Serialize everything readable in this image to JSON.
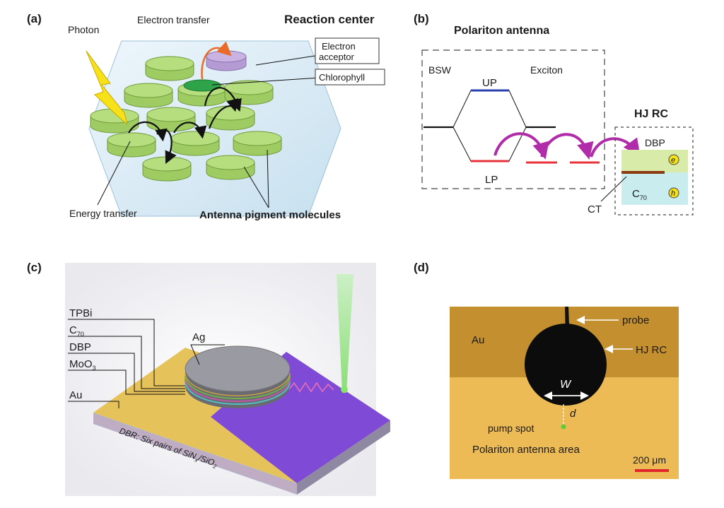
{
  "panel_a": {
    "tag": "(a)",
    "title": "Reaction center",
    "photon": "Photon",
    "electron_transfer": "Electron transfer",
    "electron_acceptor_line1": "Electron",
    "electron_acceptor_line2": "acceptor",
    "chlorophyll": "Chlorophyll",
    "energy_transfer": "Energy transfer",
    "antenna": "Antenna pigment molecules"
  },
  "panel_b": {
    "tag": "(b)",
    "title": "Polariton antenna",
    "bsw": "BSW",
    "exciton": "Exciton",
    "up": "UP",
    "lp": "LP",
    "hj_rc": "HJ RC",
    "dbp": "DBP",
    "c70_base": "C",
    "c70_sub": "70",
    "ct": "CT",
    "electron_symbol": "e",
    "hole_symbol": "h"
  },
  "panel_c": {
    "tag": "(c)",
    "layer_labels": [
      {
        "text": "TPBi",
        "sub": ""
      },
      {
        "text": "C",
        "sub": "70"
      },
      {
        "text": "DBP",
        "sub": ""
      },
      {
        "text": "MoO",
        "sub": "3"
      },
      {
        "text": "Au",
        "sub": ""
      }
    ],
    "ag": "Ag",
    "dbr_part1": "DBR: Six pairs of SiN",
    "dbr_sub1": "x",
    "dbr_part2": "/SiO",
    "dbr_sub2": "2"
  },
  "panel_d": {
    "tag": "(d)",
    "au": "Au",
    "probe": "probe",
    "hj_rc": "HJ RC",
    "w": "W",
    "d": "d",
    "pump_spot": "pump spot",
    "antenna_area": "Polariton antenna area",
    "scale": "200 μm"
  },
  "colors": {
    "disk_green": "#b6dd7e",
    "chlorophyll_green": "#2fa34a",
    "acceptor_purple": "#c9b3e3",
    "photon_yellow": "#f7e21a",
    "hex_blue": "#dcebf5",
    "up_blue": "#2a3fb0",
    "lp_red": "#e8323a",
    "arrow_magenta": "#b02ca8",
    "ct_brown": "#8b3a12",
    "dbp_green": "#d8eba8",
    "c70_cyan": "#c9ecef",
    "au_upper": "#c48f2e",
    "au_lower": "#ecbb56",
    "dbr_purple": "#7e4ad6",
    "scale_red": "#e0262b"
  }
}
